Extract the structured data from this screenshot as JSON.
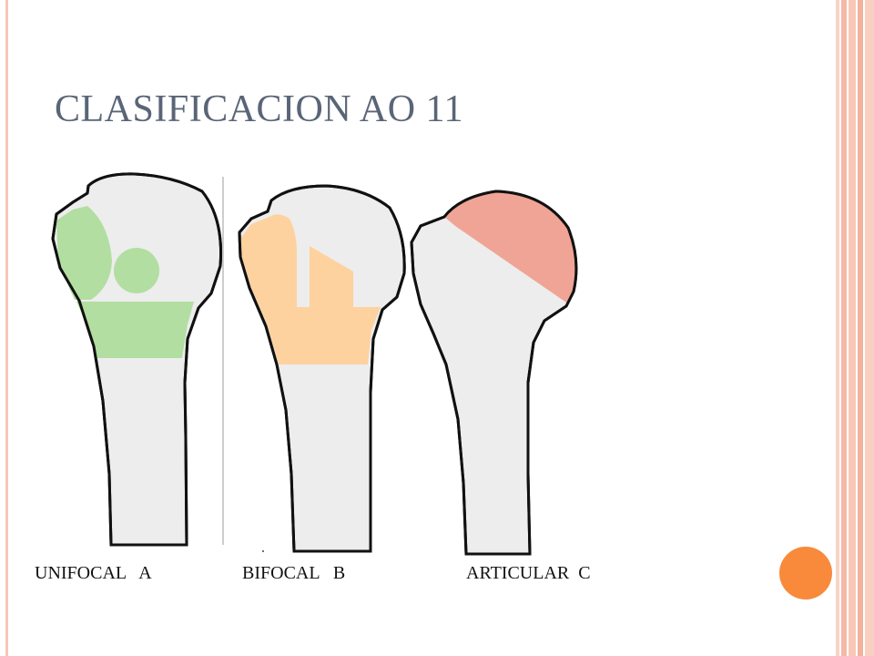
{
  "slide": {
    "title": "CLASIFICACION AO 11"
  },
  "figure": {
    "labels": {
      "a": "UNIFOCAL   A",
      "b": "BIFOCAL   B",
      "c": "ARTICULAR  C"
    },
    "colors": {
      "bone": "#ededed",
      "outline": "#111111",
      "zone_a": "#b2dea1",
      "zone_b": "#fdd29e",
      "zone_c": "#f0a496",
      "accent": "#f98a3b",
      "frame": "#f6c7b8"
    }
  },
  "icons": {
    "accent_dot": "orange-circle-icon"
  }
}
